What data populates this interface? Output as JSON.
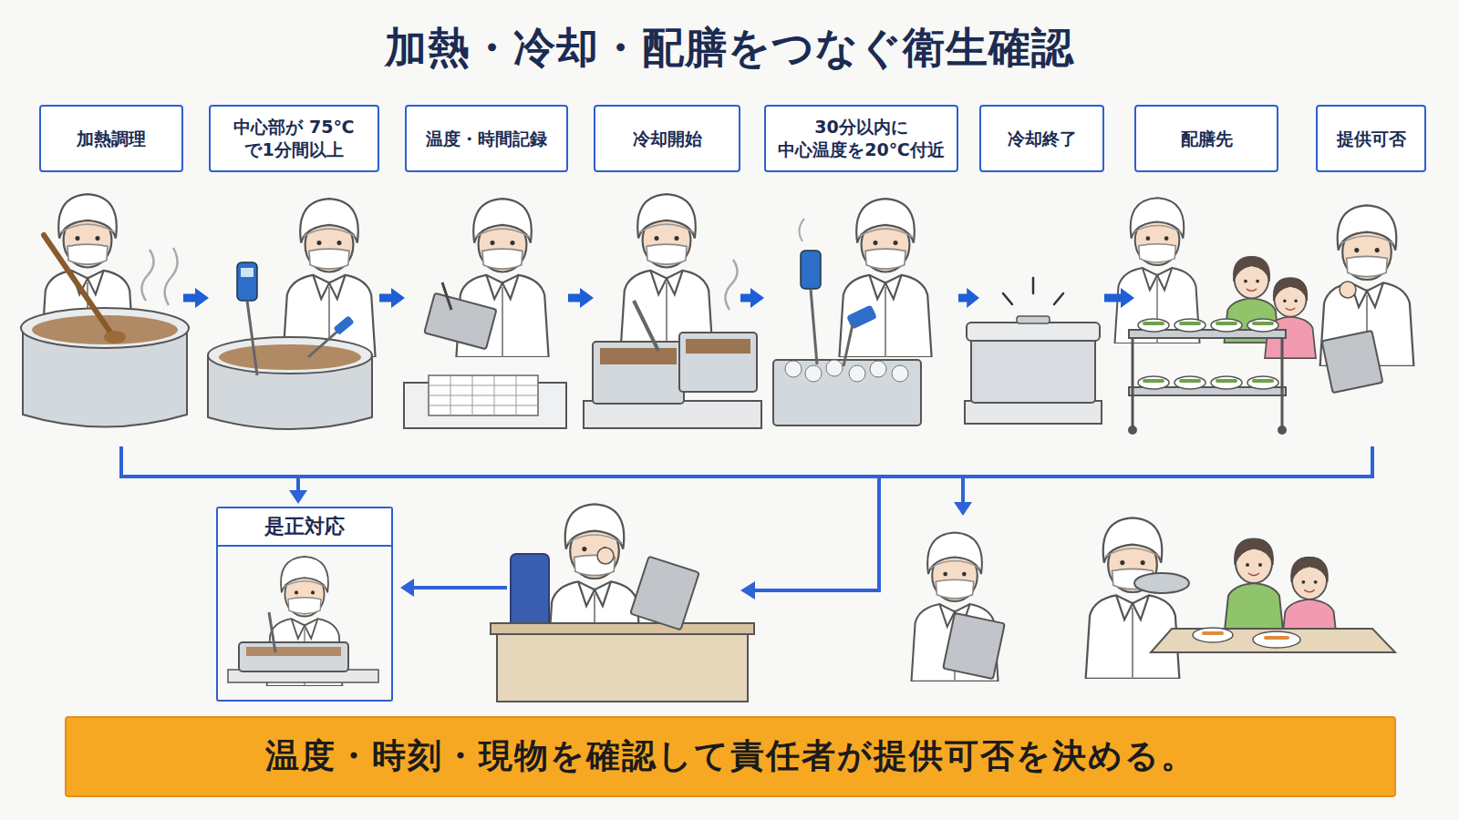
{
  "diagram": {
    "title": "加熱・冷却・配膳をつなぐ衛生確認",
    "nodes": [
      {
        "text": [
          "加熱調理"
        ]
      },
      {
        "text": [
          "中心部が 75℃で1分間以上"
        ]
      },
      {
        "text": [
          "温度・時間記録"
        ]
      },
      {
        "text": [
          "冷却開始"
        ]
      },
      {
        "text": [
          "30分以内に 中心温度を20℃付近"
        ]
      },
      {
        "text": [
          "冷却終了"
        ]
      },
      {
        "text": [
          "配膳先"
        ]
      },
      {
        "text": [
          "提供可否"
        ]
      },
      {
        "text": [
          "是正対応"
        ]
      },
      {
        "text": [
          "温度・時刻・現物を確認して責任者が提供可否を決める。"
        ]
      }
    ],
    "edges": [
      {
        "from": 0,
        "to": 1,
        "arrow": "to"
      },
      {
        "from": 1,
        "to": 2,
        "arrow": "to"
      },
      {
        "from": 2,
        "to": 3,
        "arrow": "to"
      },
      {
        "from": 3,
        "to": 4,
        "arrow": "to"
      },
      {
        "from": 4,
        "to": 5,
        "arrow": "to"
      },
      {
        "from": 5,
        "to": 6,
        "arrow": "to"
      }
    ]
  }
}
